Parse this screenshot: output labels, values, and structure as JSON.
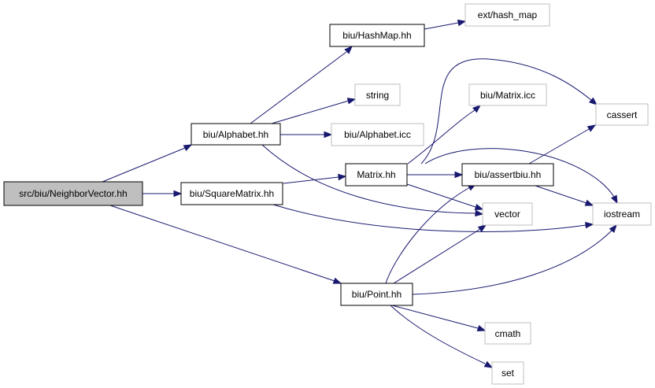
{
  "colors": {
    "edge": "#191970",
    "root_fill": "#bfbfbf",
    "node_fill": "#ffffff",
    "internal_border": "#000000",
    "external_border": "#bfbfbf"
  },
  "nodes": {
    "neighborvector": "src/biu/NeighborVector.hh",
    "alphabet": "biu/Alphabet.hh",
    "squarematrix": "biu/SquareMatrix.hh",
    "point": "biu/Point.hh",
    "hashmap": "biu/HashMap.hh",
    "string": "string",
    "alphabet_icc": "biu/Alphabet.icc",
    "ext_hash_map": "ext/hash_map",
    "matrix": "Matrix.hh",
    "vector": "vector",
    "iostream": "iostream",
    "matrix_icc": "biu/Matrix.icc",
    "assertbiu": "biu/assertbiu.hh",
    "cassert": "cassert",
    "cmath": "cmath",
    "set": "set"
  },
  "edges": [
    [
      "neighborvector",
      "alphabet"
    ],
    [
      "neighborvector",
      "squarematrix"
    ],
    [
      "neighborvector",
      "point"
    ],
    [
      "alphabet",
      "hashmap"
    ],
    [
      "alphabet",
      "string"
    ],
    [
      "alphabet",
      "alphabet_icc"
    ],
    [
      "alphabet",
      "vector"
    ],
    [
      "hashmap",
      "ext_hash_map"
    ],
    [
      "squarematrix",
      "matrix"
    ],
    [
      "squarematrix",
      "iostream"
    ],
    [
      "matrix",
      "matrix_icc"
    ],
    [
      "matrix",
      "cassert"
    ],
    [
      "matrix",
      "iostream"
    ],
    [
      "matrix",
      "assertbiu"
    ],
    [
      "matrix",
      "vector"
    ],
    [
      "assertbiu",
      "cassert"
    ],
    [
      "assertbiu",
      "iostream"
    ],
    [
      "point",
      "assertbiu"
    ],
    [
      "point",
      "vector"
    ],
    [
      "point",
      "iostream"
    ],
    [
      "point",
      "cmath"
    ],
    [
      "point",
      "set"
    ]
  ]
}
